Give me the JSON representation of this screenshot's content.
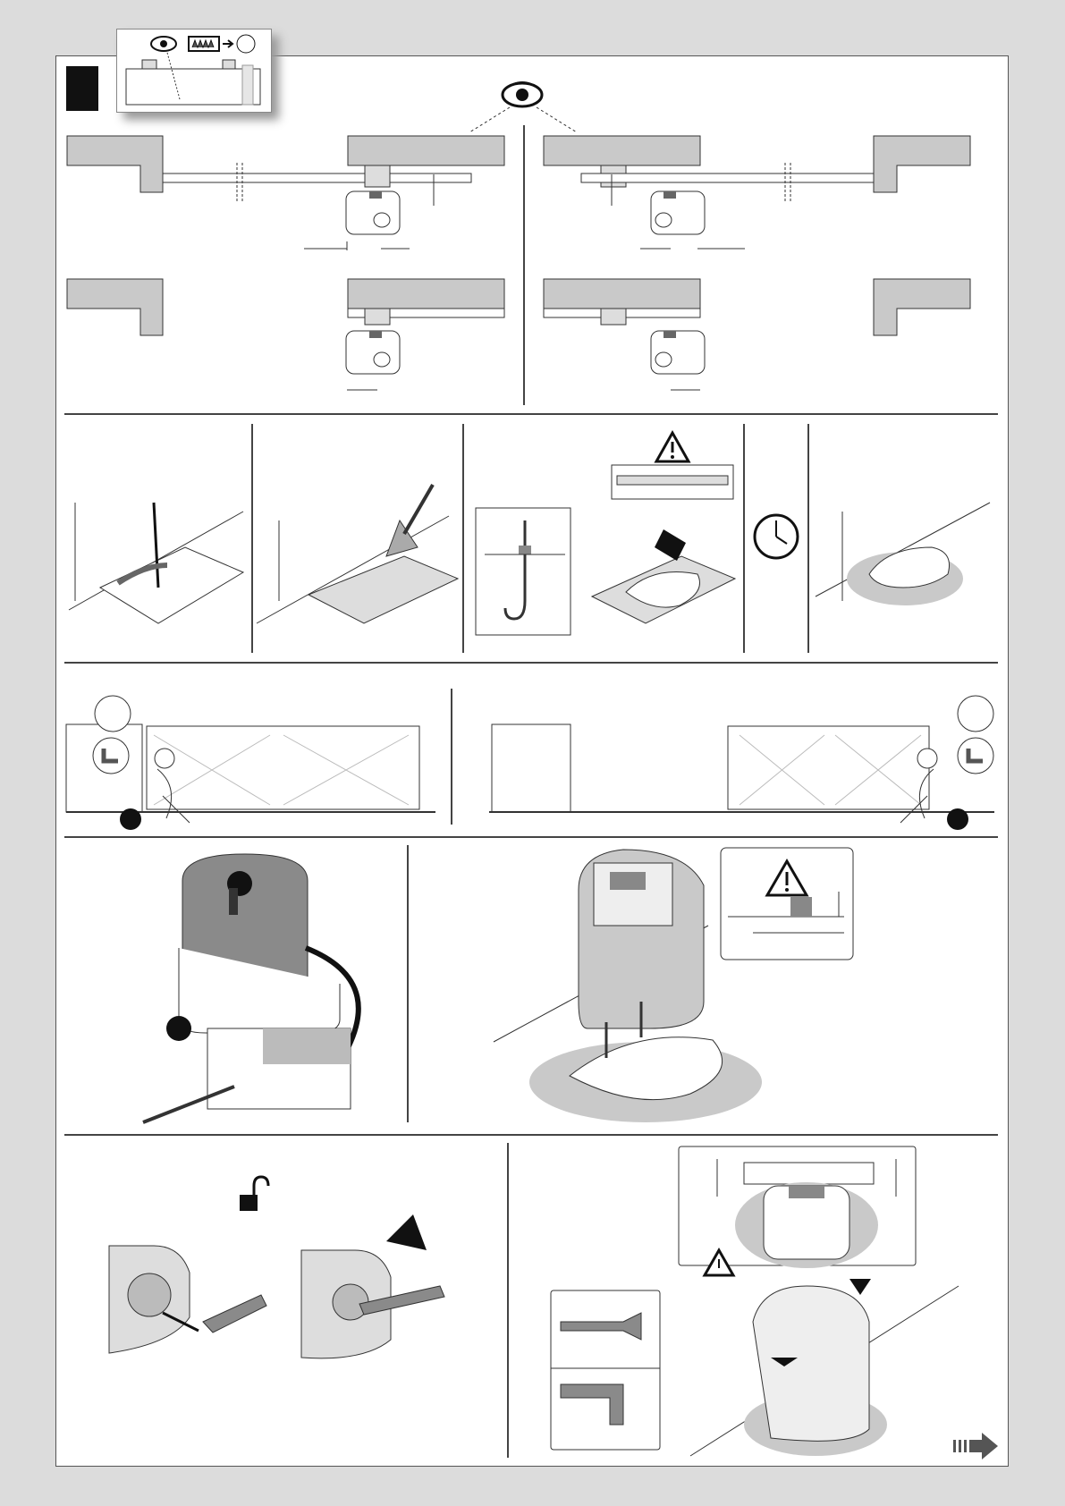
{
  "page": {
    "section_marker": "",
    "panels": [
      "gearmotor-position-top-view",
      "foundation-steps",
      "manual-gate-movement",
      "cover-removal-and-anchoring",
      "manual-release-and-fixing"
    ]
  },
  "icons": {
    "view": "eye-icon",
    "drill": "drill-icon",
    "clock": "clock-icon",
    "warning": "warning-icon",
    "unlock": "padlock-open-icon",
    "next": "next-page-arrow-icon"
  },
  "colors": {
    "gray_fill": "#c9c9c9",
    "dark_fill": "#8a8a8a",
    "shadow": "#b5b5b5",
    "line": "#333333"
  }
}
